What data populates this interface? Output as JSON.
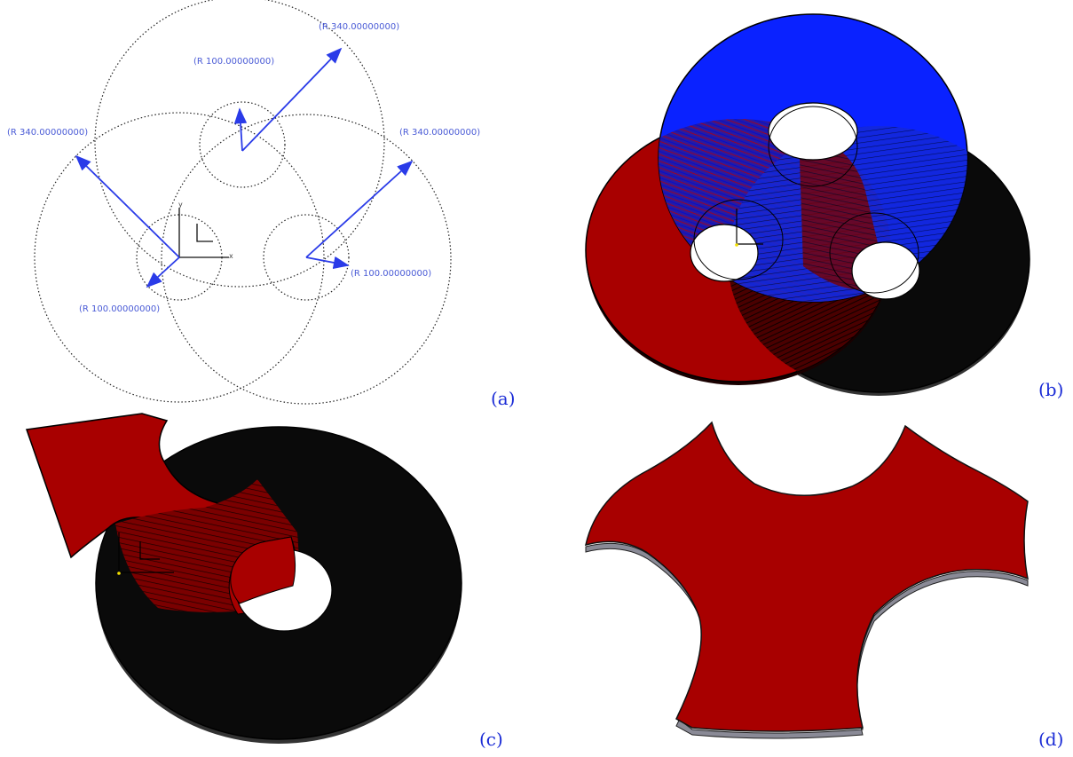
{
  "panels": {
    "a": {
      "label": "(a)",
      "dimensions": {
        "top_small": "(R 100.00000000)",
        "top_large": "(R 340.00000000)",
        "left_large": "(R 340.00000000)",
        "right_large": "(R 340.00000000)",
        "right_small": "(R 100.00000000)",
        "left_small": "(R 100.00000000)"
      },
      "axes": {
        "x": "x",
        "y": "y"
      }
    },
    "b": {
      "label": "(b)"
    },
    "c": {
      "label": "(c)"
    },
    "d": {
      "label": "(d)"
    }
  },
  "colors": {
    "red_body": "#a80000",
    "blue_body": "#0a22ff",
    "black_body": "#0a0a0a",
    "dimension_blue": "#2a3be8",
    "label_blue": "#1a2bd6",
    "edge_gray": "#8a8a96"
  }
}
